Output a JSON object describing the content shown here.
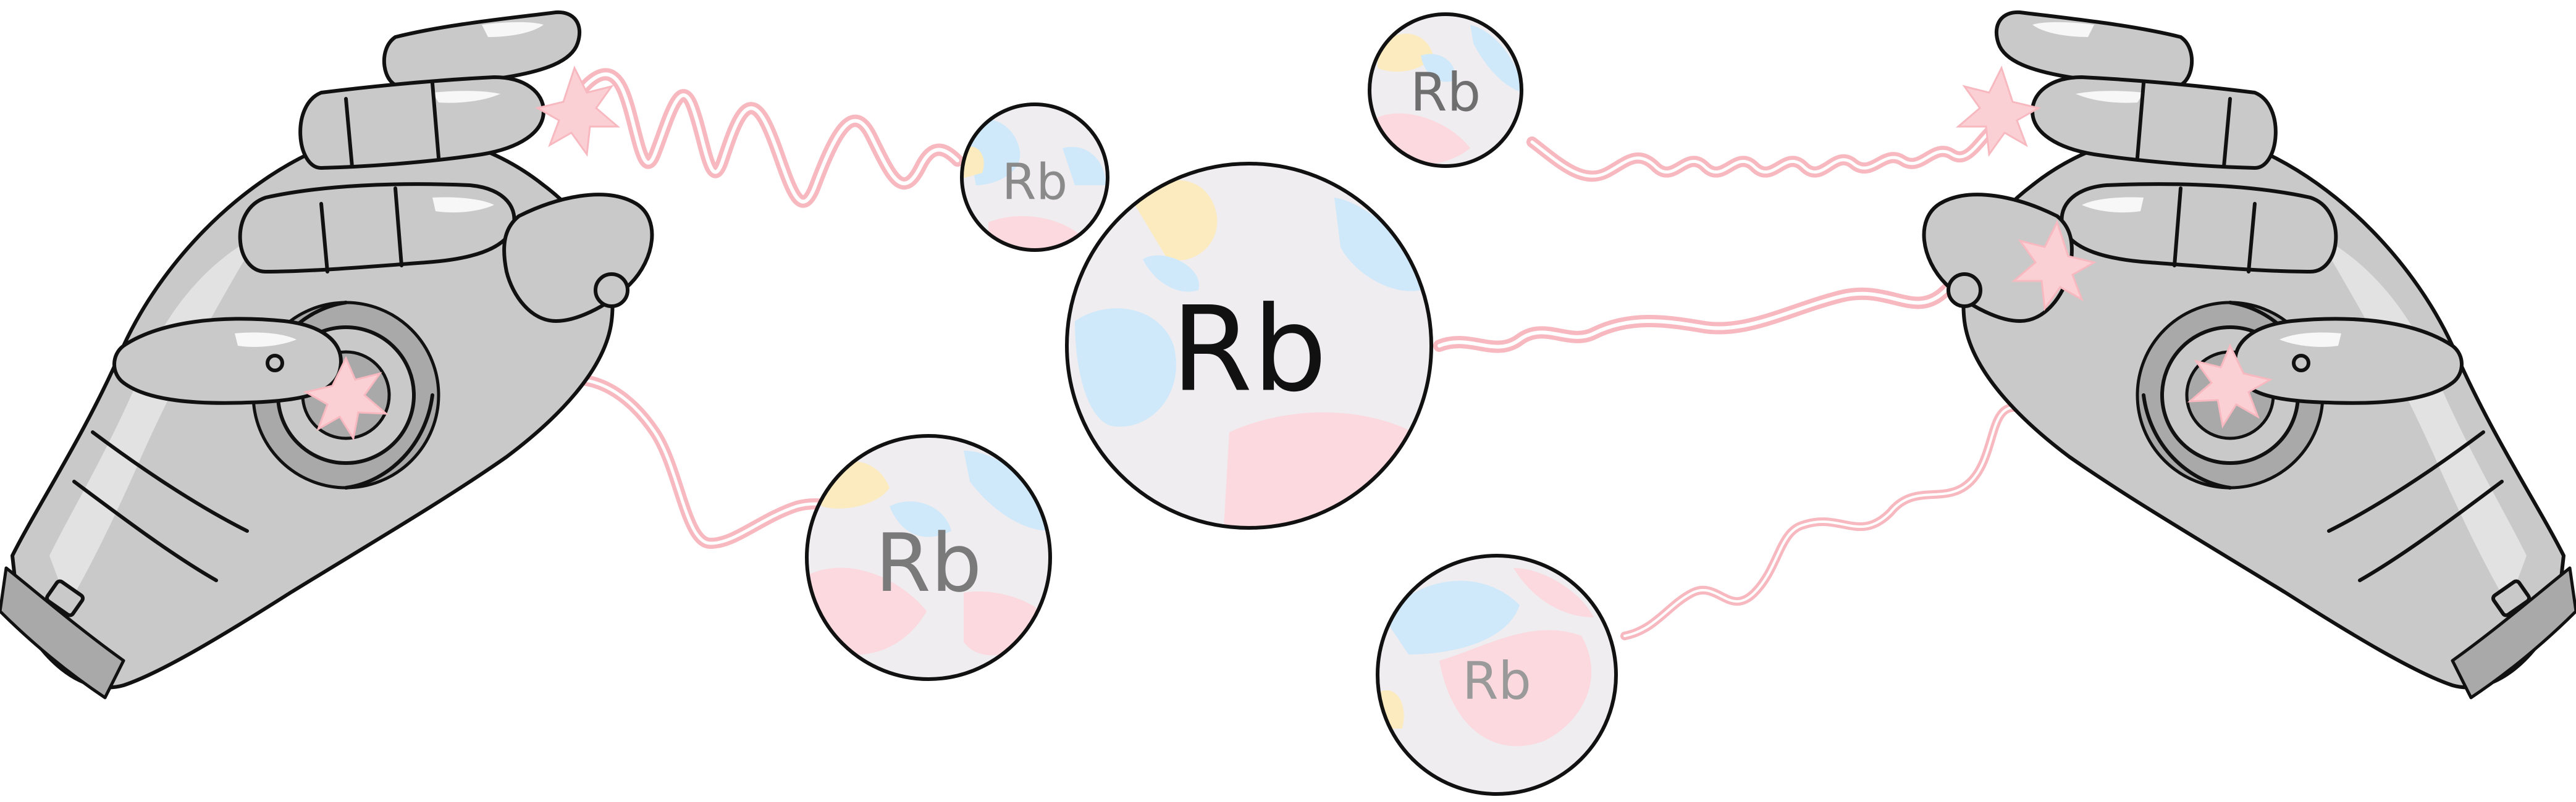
{
  "colors": {
    "wave": "#f7b9bf",
    "wave_core": "#ffffff",
    "spark": "#fbd0d5",
    "atom_base": "#efedf0",
    "blob_blue": "#cfe9fa",
    "blob_pink": "#fbd9de",
    "blob_yellow": "#fcebbf",
    "metal": "#c9c9c9",
    "metal_dark": "#a9a9a9",
    "outline": "#111111"
  },
  "atoms": [
    {
      "id": "top-center-left",
      "label": "Rb",
      "size": "small"
    },
    {
      "id": "center",
      "label": "Rb",
      "size": "large"
    },
    {
      "id": "lower-left",
      "label": "Rb",
      "size": "medium"
    },
    {
      "id": "top-right",
      "label": "Rb",
      "size": "small"
    },
    {
      "id": "lower-right",
      "label": "Rb",
      "size": "medium"
    }
  ],
  "hands": [
    {
      "id": "left",
      "kind": "robotic-hand"
    },
    {
      "id": "right",
      "kind": "robotic-hand"
    }
  ]
}
